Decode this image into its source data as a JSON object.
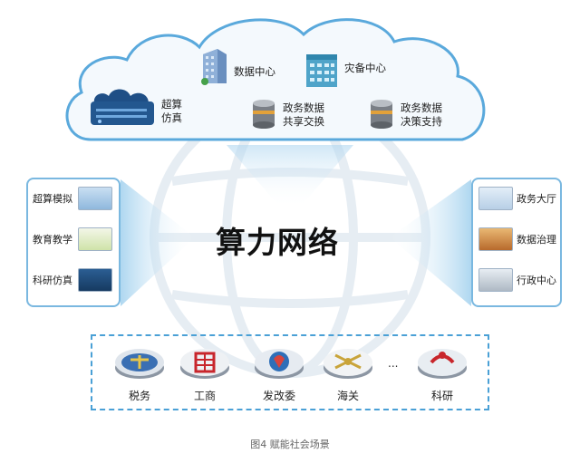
{
  "cloud": {
    "items": [
      {
        "label": "超算\n仿真"
      },
      {
        "label": "数据中心"
      },
      {
        "label": "灾备中心"
      },
      {
        "label": "政务数据\n共享交换"
      },
      {
        "label": "政务数据\n决策支持"
      }
    ]
  },
  "center": {
    "title": "算力网络"
  },
  "left_panel": {
    "items": [
      {
        "label": "超算模拟"
      },
      {
        "label": "教育教学"
      },
      {
        "label": "科研仿真"
      }
    ]
  },
  "right_panel": {
    "items": [
      {
        "label": "政务大厅"
      },
      {
        "label": "数据治理"
      },
      {
        "label": "行政中心"
      }
    ]
  },
  "bottom": {
    "items": [
      {
        "label": "税务"
      },
      {
        "label": "工商"
      },
      {
        "label": "发改委"
      },
      {
        "label": "海关"
      },
      {
        "label": "科研"
      }
    ],
    "ellipsis": "..."
  },
  "caption": "图4   赋能社会场景",
  "colors": {
    "accent": "#4a9fd8",
    "panel_border": "#7ab8e0",
    "cloud_fill": "#eef6fc"
  }
}
